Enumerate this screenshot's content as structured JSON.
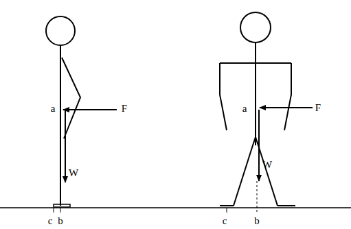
{
  "diagram": {
    "labels": [
      "a",
      "F",
      "W",
      "c",
      "b",
      "a",
      "F",
      "W",
      "c",
      "b"
    ]
  }
}
